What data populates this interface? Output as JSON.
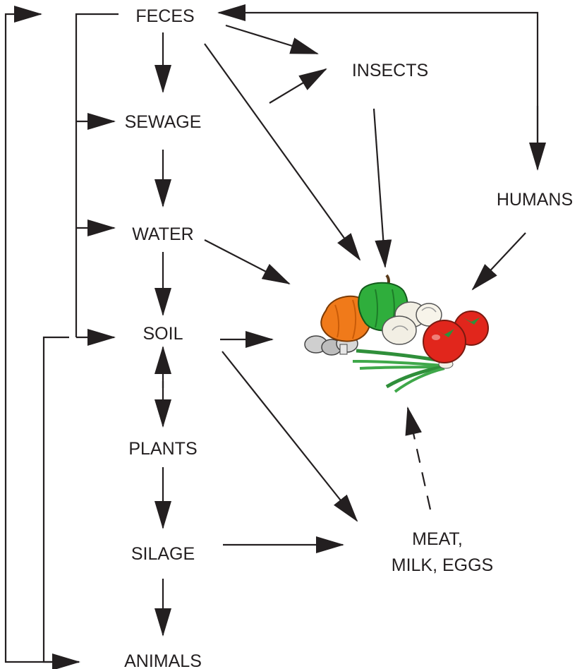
{
  "diagram": {
    "nodes": {
      "feces": "FECES",
      "insects": "INSECTS",
      "sewage": "SEWAGE",
      "humans": "HUMANS",
      "water": "WATER",
      "soil": "SOIL",
      "plants": "PLANTS",
      "silage": "SILAGE",
      "meat_line1": "MEAT,",
      "meat_line2": "MILK, EGGS",
      "animals": "ANIMALS"
    },
    "picture": "vegetables-clipart",
    "colors": {
      "line": "#231f20",
      "pepper_orange": "#f07a1a",
      "pepper_green": "#2fae3c",
      "tomato": "#e1261c",
      "onion": "#f2efe4",
      "scallion": "#3fa84a"
    }
  }
}
